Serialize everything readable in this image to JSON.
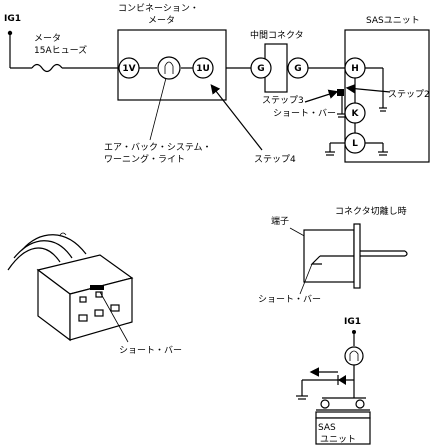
{
  "labels": {
    "ig1_top": "IG1",
    "meter_fuse_line1": "メータ",
    "meter_fuse_line2": "15Aヒューズ",
    "combination_line1": "コンビネーション・",
    "combination_line2": "メータ",
    "mid_connector": "中間コネクタ",
    "sas_unit": "SASユニット",
    "step2": "ステップ2",
    "step3": "ステップ3",
    "short_bar_top": "ショート・バー",
    "step4": "ステップ4",
    "warning_line1": "エア・バック・システム・",
    "warning_line2": "ワーニング・ライト",
    "connector_detached": "コネクタ切離し時",
    "terminal": "端子",
    "short_bar_mid": "ショート・バー",
    "short_bar_bottom": "ショート・バー",
    "ig1_bottom": "IG1",
    "sas_unit_small_line1": "SAS",
    "sas_unit_small_line2": "ユニット"
  },
  "terminals": {
    "t1v": "1V",
    "t1u": "1U",
    "g_left": "G",
    "g_right": "G",
    "h": "H",
    "k": "K",
    "l": "L"
  }
}
